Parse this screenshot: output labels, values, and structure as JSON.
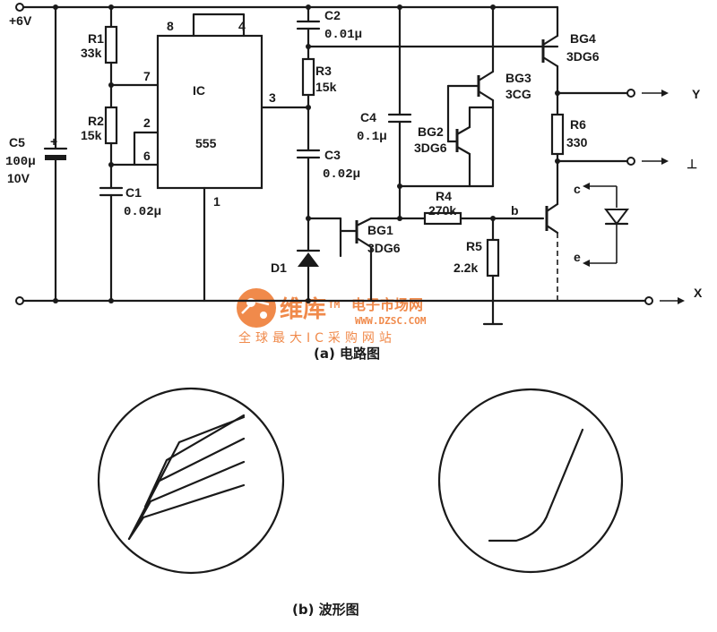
{
  "colors": {
    "ink": "#1a1a1a",
    "watermark": "#f08a4b"
  },
  "circuit": {
    "supply": "+6V",
    "ic_label": "IC",
    "ic_model": "555",
    "pins": {
      "p8": "8",
      "p4": "4",
      "p7": "7",
      "p2": "2",
      "p6": "6",
      "p3": "3",
      "p1": "1"
    },
    "R1": {
      "name": "R1",
      "value": "33k"
    },
    "R2": {
      "name": "R2",
      "value": "15k"
    },
    "R3": {
      "name": "R3",
      "value": "15k"
    },
    "R4": {
      "name": "R4",
      "value": "270k"
    },
    "R5": {
      "name": "R5",
      "value": "2.2k"
    },
    "R6": {
      "name": "R6",
      "value": "330"
    },
    "C1": {
      "name": "C1",
      "value": "0.02μ"
    },
    "C2": {
      "name": "C2",
      "value": "0.01μ"
    },
    "C3": {
      "name": "C3",
      "value": "0.02μ"
    },
    "C4": {
      "name": "C4",
      "value": "0.1μ"
    },
    "C5": {
      "name": "C5",
      "value": "100μ",
      "voltage": "10V"
    },
    "D1": "D1",
    "BG1": {
      "name": "BG1",
      "type": "3DG6"
    },
    "BG2": {
      "name": "BG2",
      "type": "3DG6"
    },
    "BG3": {
      "name": "BG3",
      "type": "3CG"
    },
    "BG4": {
      "name": "BG4",
      "type": "3DG6"
    },
    "node_b": "b",
    "node_c": "c",
    "node_e": "e",
    "out_y": "Y",
    "out_ground": "⊥",
    "out_x": "X",
    "caption": "(a) 电路图"
  },
  "watermark": {
    "brand": "维库",
    "brand_sub": "电子市场网",
    "tm": "TM",
    "url": "WWW.DZSC.COM",
    "slogan": "全球最大IC采购网站"
  },
  "waveforms": {
    "caption": "(b) 波形图"
  }
}
